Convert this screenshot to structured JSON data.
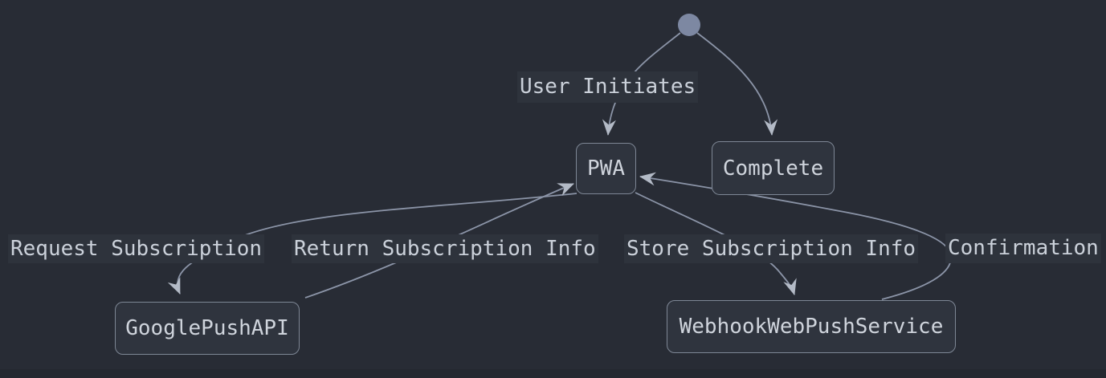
{
  "diagram": {
    "kind": "state-diagram",
    "nodes": [
      {
        "id": "pwa",
        "label": "PWA"
      },
      {
        "id": "complete",
        "label": "Complete"
      },
      {
        "id": "google-push-api",
        "label": "GooglePushAPI"
      },
      {
        "id": "webhook-web-push-service",
        "label": "WebhookWebPushService"
      }
    ],
    "edge_labels": [
      {
        "id": "user-initiates",
        "label": "User Initiates"
      },
      {
        "id": "request-subscription",
        "label": "Request Subscription"
      },
      {
        "id": "return-subscription-info",
        "label": "Return Subscription Info"
      },
      {
        "id": "store-subscription-info",
        "label": "Store Subscription Info"
      },
      {
        "id": "confirmation",
        "label": "Confirmation"
      }
    ],
    "edges": [
      {
        "from": "initial-state",
        "to": "PWA",
        "label": "User Initiates"
      },
      {
        "from": "initial-state",
        "to": "Complete",
        "label": ""
      },
      {
        "from": "PWA",
        "to": "GooglePushAPI",
        "label": "Request Subscription"
      },
      {
        "from": "GooglePushAPI",
        "to": "PWA",
        "label": "Return Subscription Info"
      },
      {
        "from": "PWA",
        "to": "WebhookWebPushService",
        "label": "Store Subscription Info"
      },
      {
        "from": "WebhookWebPushService",
        "to": "PWA",
        "label": "Confirmation"
      }
    ],
    "colors": {
      "background": "#282c35",
      "node_fill": "#2f343e",
      "node_border": "#7e8795",
      "text": "#cfd4dc",
      "edge_line": "#8b94a7",
      "arrowhead": "#b3bac6",
      "initial_dot": "#7d88a2",
      "label_background": "#2e333c"
    }
  }
}
